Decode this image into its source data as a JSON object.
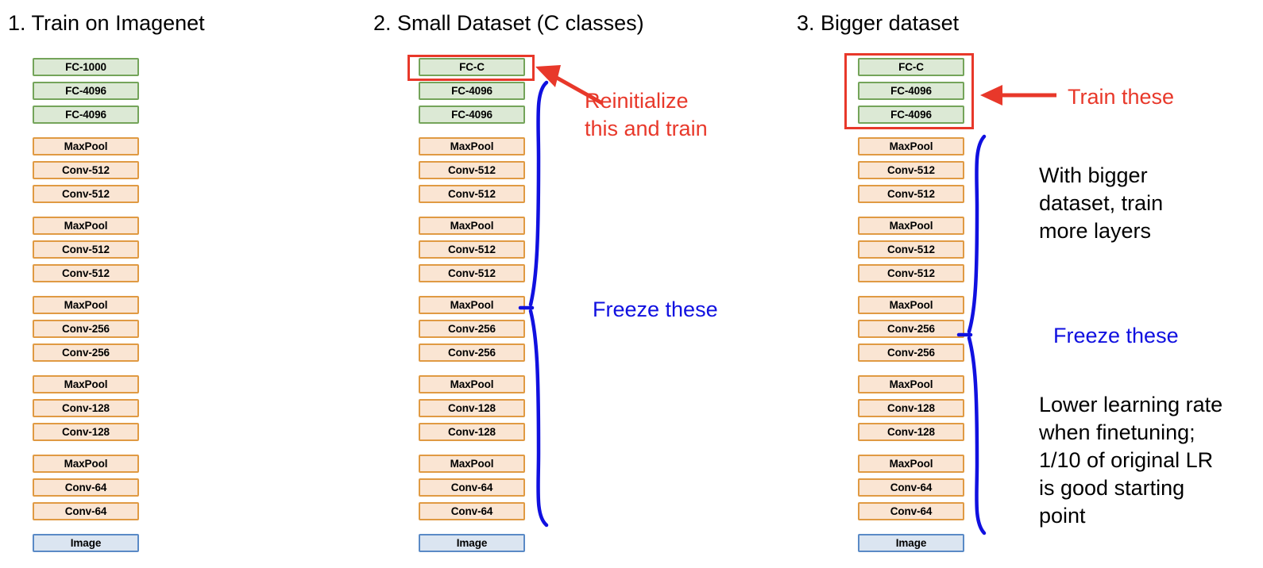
{
  "slide": {
    "top_marker": "",
    "colors": {
      "fc_fill": "#dce9d5",
      "fc_border": "#74a45a",
      "conv_fill": "#fae5d3",
      "conv_border": "#e09a43",
      "image_fill": "#dbe5f1",
      "image_border": "#5a8ac6",
      "highlight_red": "#e8382a",
      "brace_blue": "#1010e0",
      "text_black": "#000000"
    }
  },
  "columns": [
    {
      "id": "train-on-imagenet",
      "title": "1. Train on Imagenet",
      "groups": [
        {
          "kind": "fc",
          "blocks": [
            "FC-1000",
            "FC-4096",
            "FC-4096"
          ]
        },
        {
          "kind": "conv",
          "blocks": [
            "MaxPool",
            "Conv-512",
            "Conv-512"
          ]
        },
        {
          "kind": "conv",
          "blocks": [
            "MaxPool",
            "Conv-512",
            "Conv-512"
          ]
        },
        {
          "kind": "conv",
          "blocks": [
            "MaxPool",
            "Conv-256",
            "Conv-256"
          ]
        },
        {
          "kind": "conv",
          "blocks": [
            "MaxPool",
            "Conv-128",
            "Conv-128"
          ]
        },
        {
          "kind": "conv",
          "blocks": [
            "MaxPool",
            "Conv-64",
            "Conv-64"
          ]
        },
        {
          "kind": "img",
          "blocks": [
            "Image"
          ]
        }
      ],
      "annotations": []
    },
    {
      "id": "small-dataset",
      "title": "2. Small Dataset (C classes)",
      "groups": [
        {
          "kind": "fc",
          "blocks": [
            "FC-C",
            "FC-4096",
            "FC-4096"
          ]
        },
        {
          "kind": "conv",
          "blocks": [
            "MaxPool",
            "Conv-512",
            "Conv-512"
          ]
        },
        {
          "kind": "conv",
          "blocks": [
            "MaxPool",
            "Conv-512",
            "Conv-512"
          ]
        },
        {
          "kind": "conv",
          "blocks": [
            "MaxPool",
            "Conv-256",
            "Conv-256"
          ]
        },
        {
          "kind": "conv",
          "blocks": [
            "MaxPool",
            "Conv-128",
            "Conv-128"
          ]
        },
        {
          "kind": "conv",
          "blocks": [
            "MaxPool",
            "Conv-64",
            "Conv-64"
          ]
        },
        {
          "kind": "img",
          "blocks": [
            "Image"
          ]
        }
      ],
      "annotations": [
        {
          "id": "reinitialize",
          "text": "Reinitialize\nthis and train",
          "color": "red"
        },
        {
          "id": "freeze",
          "text": "Freeze these",
          "color": "blue"
        }
      ]
    },
    {
      "id": "bigger-dataset",
      "title": "3. Bigger dataset",
      "groups": [
        {
          "kind": "fc",
          "blocks": [
            "FC-C",
            "FC-4096",
            "FC-4096"
          ]
        },
        {
          "kind": "conv",
          "blocks": [
            "MaxPool",
            "Conv-512",
            "Conv-512"
          ]
        },
        {
          "kind": "conv",
          "blocks": [
            "MaxPool",
            "Conv-512",
            "Conv-512"
          ]
        },
        {
          "kind": "conv",
          "blocks": [
            "MaxPool",
            "Conv-256",
            "Conv-256"
          ]
        },
        {
          "kind": "conv",
          "blocks": [
            "MaxPool",
            "Conv-128",
            "Conv-128"
          ]
        },
        {
          "kind": "conv",
          "blocks": [
            "MaxPool",
            "Conv-64",
            "Conv-64"
          ]
        },
        {
          "kind": "img",
          "blocks": [
            "Image"
          ]
        }
      ],
      "annotations": [
        {
          "id": "train-these",
          "text": "Train these",
          "color": "red"
        },
        {
          "id": "more-layers",
          "text": "With bigger\ndataset, train\nmore layers",
          "color": "black"
        },
        {
          "id": "freeze",
          "text": "Freeze these",
          "color": "blue"
        },
        {
          "id": "lower-lr",
          "text": "Lower learning rate\nwhen finetuning;\n1/10 of original LR\nis good starting\npoint",
          "color": "black"
        }
      ]
    }
  ],
  "labels": {
    "col1_title": "1. Train on Imagenet",
    "col2_title": "2. Small Dataset (C classes)",
    "col3_title": "3. Bigger dataset",
    "reinitialize": "Reinitialize\nthis and train",
    "freeze_col2": "Freeze these",
    "train_these": "Train these",
    "more_layers": "With bigger\ndataset, train\nmore layers",
    "freeze_col3": "Freeze these",
    "lower_lr": "Lower learning rate\nwhen finetuning;\n1/10 of original LR\nis good starting\npoint"
  }
}
